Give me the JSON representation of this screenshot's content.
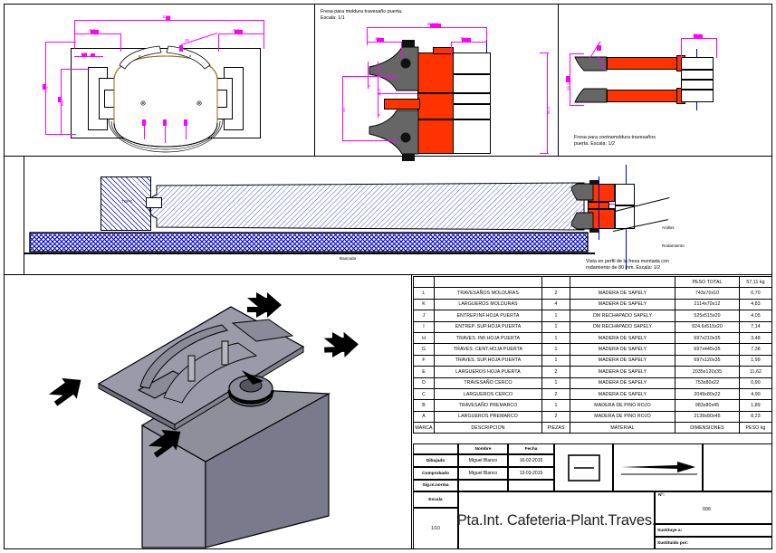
{
  "sheet": {
    "panels": {
      "milling_moulding_note": "Fresa para moldura travesaño puerta.\nEscala: 1/1",
      "counter_moulding_note": "Fresa para contramoldura travesaños\npuerta. Escala: 1/2",
      "profile_view_note": "Vista en perfil de la fresa montada con\nrodamiento de 80 mm. Escala: 1/2",
      "label_anillos": "Anillos",
      "label_rodamiento": "Rodamiento",
      "label_tope": "TOPE",
      "label_bancada": "Bancada"
    },
    "dimensions": {
      "d_top_mid": "Ø 132",
      "d_mid_left": "18",
      "d_mid_right": "70,1",
      "d_v_58": "58",
      "d_v_115": "11,5",
      "d_v_4": "4",
      "d_v_8": "8",
      "d_right_big": "80,4",
      "d_right_small": "30",
      "d_right_v": "14,1",
      "d_plan_w": "1005",
      "d_plan_l": "450",
      "d_plan_r": "450",
      "d_plan_h": "770",
      "d_plan_h2": "697",
      "d_plan_s": "120",
      "d_plan_s2": "35"
    }
  },
  "bom": {
    "header_weight_label": "PESO TOTAL",
    "header_weight_value": "57,11 kg",
    "columns": [
      "MARCA",
      "DESCRIPCION",
      "PIEZAS",
      "MATERIAL",
      "DIMENSIONES",
      "PESO kg"
    ],
    "rows": [
      {
        "marca": "L",
        "descripcion": "TRAVESAÑOS MOLDURAS",
        "piezas": "2",
        "material": "MADERA DE SAPELY",
        "dimensiones": "743x70x10",
        "peso": "0,70"
      },
      {
        "marca": "K",
        "descripcion": "LARGUEROS MOLDURAS",
        "piezas": "4",
        "material": "MADERA DE SAPELY",
        "dimensiones": "2114x70x12",
        "peso": "4,83"
      },
      {
        "marca": "J",
        "descripcion": "ENTREP.INF.HOJA PUERTA",
        "piezas": "1",
        "material": "DM RECHAPADO SAPELY",
        "dimensiones": "525x515x20",
        "peso": "4,05"
      },
      {
        "marca": "I",
        "descripcion": "ENTREP. SUP.HOJA PUERTA",
        "piezas": "1",
        "material": "DM RECHAPADO SAPELY",
        "dimensiones": "924.6x515x20",
        "peso": "7,14"
      },
      {
        "marca": "H",
        "descripcion": "TRAVES. INF.HOJA  PUERTA",
        "piezas": "1",
        "material": "MADERA DE SAPELY",
        "dimensiones": "697x210x35",
        "peso": "3,48"
      },
      {
        "marca": "G",
        "descripcion": "TRAVES. CENT.HOJA  PUERTA",
        "piezas": "1",
        "material": "MADERA DE SAPELY",
        "dimensiones": "697x445x35",
        "peso": "7,38"
      },
      {
        "marca": "F",
        "descripcion": "TRAVES. SUP.HOJA  PUERTA",
        "piezas": "1",
        "material": "MADERA DE SAPELY",
        "dimensiones": "697x120x35",
        "peso": "1,99"
      },
      {
        "marca": "E",
        "descripcion": "LARGUEROS HOJA PUERTA",
        "piezas": "2",
        "material": "MADERA DE SAPELY",
        "dimensiones": "2035x120x35",
        "peso": "11,62"
      },
      {
        "marca": "D",
        "descripcion": "TRAVESAÑO CERCO",
        "piezas": "1",
        "material": "MADERA DE SAPELY",
        "dimensiones": "753x80x22",
        "peso": "0,90"
      },
      {
        "marca": "C",
        "descripcion": "LARGUEROS CERCO",
        "piezas": "2",
        "material": "MADERA DE SAPELY",
        "dimensiones": "2049x80x22",
        "peso": "4,90"
      },
      {
        "marca": "B",
        "descripcion": "TRAVESAÑO PREMARCO",
        "piezas": "1",
        "material": "MADERA DE PINO ROJO",
        "dimensiones": "983x80x45",
        "peso": "1,89"
      },
      {
        "marca": "A",
        "descripcion": "LARGUEROS PREMARCO",
        "piezas": "2",
        "material": "MADERA DE PINO ROJO",
        "dimensiones": "2139x80x45",
        "peso": "8,23"
      }
    ]
  },
  "titleblock": {
    "col_nombre": "Nombre",
    "col_fecha": "Fecha",
    "row_dibujado": "Dibujado",
    "row_comprobado": "Comprobado",
    "row_id_norma": "Sig.in.norma",
    "dibujado_nombre": "Miguel Blanco",
    "dibujado_fecha": "16-02-2015",
    "comprobado_nombre": "Miguel Blanco",
    "comprobado_fecha": "13-03-2015",
    "escala_label": "Escala",
    "escala_value": "1/10",
    "title": "Pta.Int. Cafeteria-Plant.Traves.",
    "numero_label": "Nº:",
    "numero_value": "006",
    "sustituye_label": "Sustituye a:",
    "sustituido_label": "Sustituido por:"
  },
  "colors": {
    "magenta": "#ff00ff",
    "orange": "#ff3300",
    "grey": "#666666",
    "blue": "#0000cc",
    "black": "#000000"
  }
}
